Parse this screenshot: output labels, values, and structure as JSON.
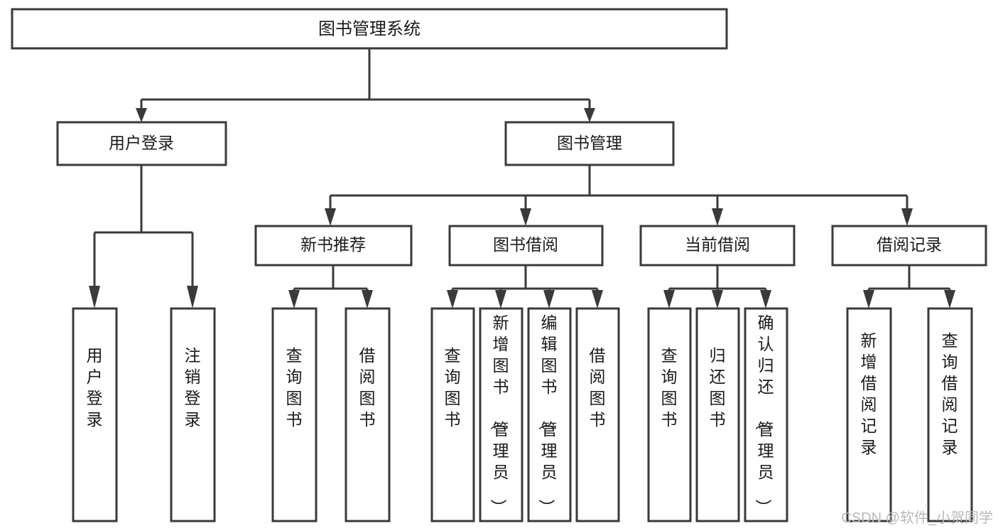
{
  "diagram": {
    "type": "tree",
    "orientation": "top-down",
    "title": "图书管理系统",
    "root": {
      "id": "root",
      "label": "图书管理系统",
      "text_orientation": "horizontal"
    },
    "level1": [
      {
        "id": "user-login",
        "label": "用户登录",
        "text_orientation": "horizontal"
      },
      {
        "id": "book-manage",
        "label": "图书管理",
        "text_orientation": "horizontal"
      }
    ],
    "level2": [
      {
        "id": "new-book-recommend",
        "label": "新书推荐",
        "parent": "book-manage",
        "text_orientation": "horizontal"
      },
      {
        "id": "book-borrow",
        "label": "图书借阅",
        "parent": "book-manage",
        "text_orientation": "horizontal"
      },
      {
        "id": "current-borrow",
        "label": "当前借阅",
        "parent": "book-manage",
        "text_orientation": "horizontal"
      },
      {
        "id": "borrow-record",
        "label": "借阅记录",
        "parent": "book-manage",
        "text_orientation": "horizontal"
      }
    ],
    "leaves": [
      {
        "id": "leaf-user-login",
        "label": "用户登录",
        "parent": "user-login",
        "text_orientation": "vertical"
      },
      {
        "id": "leaf-user-logout",
        "label": "注销登录",
        "parent": "user-login",
        "text_orientation": "vertical"
      },
      {
        "id": "leaf-query-book-1",
        "label": "查询图书",
        "parent": "new-book-recommend",
        "text_orientation": "vertical"
      },
      {
        "id": "leaf-borrow-book-1",
        "label": "借阅图书",
        "parent": "new-book-recommend",
        "text_orientation": "vertical"
      },
      {
        "id": "leaf-query-book-2",
        "label": "查询图书",
        "parent": "book-borrow",
        "text_orientation": "vertical"
      },
      {
        "id": "leaf-add-book",
        "label": "新增图书（管理员）",
        "parent": "book-borrow",
        "text_orientation": "vertical"
      },
      {
        "id": "leaf-edit-book",
        "label": "编辑图书（管理员）",
        "parent": "book-borrow",
        "text_orientation": "vertical"
      },
      {
        "id": "leaf-borrow-book-2",
        "label": "借阅图书",
        "parent": "book-borrow",
        "text_orientation": "vertical"
      },
      {
        "id": "leaf-query-book-3",
        "label": "查询图书",
        "parent": "current-borrow",
        "text_orientation": "vertical"
      },
      {
        "id": "leaf-return-book",
        "label": "归还图书",
        "parent": "current-borrow",
        "text_orientation": "vertical"
      },
      {
        "id": "leaf-confirm-return",
        "label": "确认归还（管理员）",
        "parent": "current-borrow",
        "text_orientation": "vertical"
      },
      {
        "id": "leaf-add-record",
        "label": "新增借阅记录",
        "parent": "borrow-record",
        "text_orientation": "vertical"
      },
      {
        "id": "leaf-query-record",
        "label": "查询借阅记录",
        "parent": "borrow-record",
        "text_orientation": "vertical"
      }
    ],
    "colors": {
      "stroke": "#3a3a3a",
      "fill": "#ffffff",
      "text": "#1a1a1a",
      "watermark": "#b9b9b9",
      "background": "#ffffff"
    }
  },
  "watermark": {
    "label": "CSDN @软件_小贺同学"
  }
}
